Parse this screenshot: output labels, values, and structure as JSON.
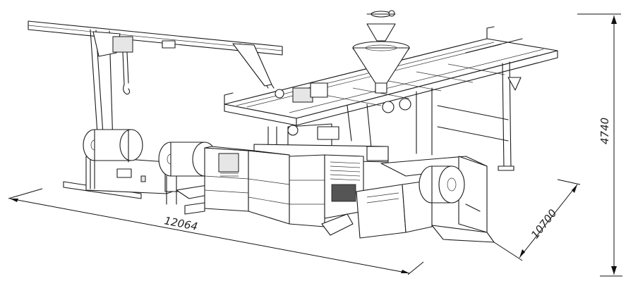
{
  "dimensions": {
    "length": "12064",
    "depth": "10700",
    "height": "4740"
  }
}
